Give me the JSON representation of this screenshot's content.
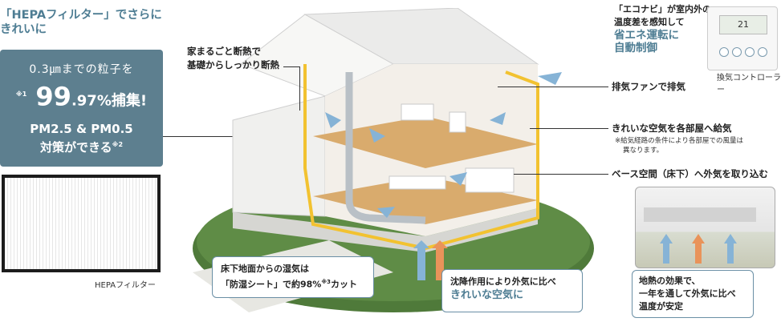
{
  "hepa": {
    "title": "「HEPAフィルター」でさらにきれいに",
    "panel_line1": "0.3㎛までの粒子を",
    "panel_sup1": "※1",
    "panel_big": "99",
    "panel_big_rest": ".97%捕集!",
    "panel_line3": "PM2.5 & PM0.5",
    "panel_line4": "対策ができる",
    "panel_sup2": "※2",
    "filter_caption": "HEPAフィルター"
  },
  "house": {
    "insulation_line1": "家まるごと断熱で",
    "insulation_line2": "基礎からしっかり断熱",
    "moisture_line1": "床下地面からの湿気は",
    "moisture_line2": "「防湿シート」で約98%",
    "moisture_sup": "※3",
    "moisture_line2_end": "カット",
    "sediment_line1": "沈降作用により外気に比べ",
    "sediment_line2": "きれいな空気に"
  },
  "econavi": {
    "line1": "「エコナビ」が室内外の",
    "line2": "温度差を感知して",
    "line3": "省エネ運転に",
    "line4": "自動制御",
    "controller_display": "21",
    "controller_caption": "換気コントローラー"
  },
  "features": {
    "exhaust": "排気ファンで排気",
    "supply": "きれいな空気を各部屋へ給気",
    "supply_note1": "※給気経路の条件により各部屋での風量は",
    "supply_note2": "異なります。",
    "base": "ベース空間（床下）へ外気を取り込む",
    "geo_line1": "地熱の効果で、",
    "geo_line2": "一年を通して外気に比べ",
    "geo_line3": "温度が安定"
  },
  "colors": {
    "accent_blue": "#4e7d93",
    "panel_blue": "#5d7f8f",
    "insulation_yellow": "#f2c230",
    "lawn_green": "#4f7a3a",
    "wood": "#d9ab6d",
    "arrow_orange": "#e9935a",
    "arrow_blue": "#86b3d6"
  }
}
